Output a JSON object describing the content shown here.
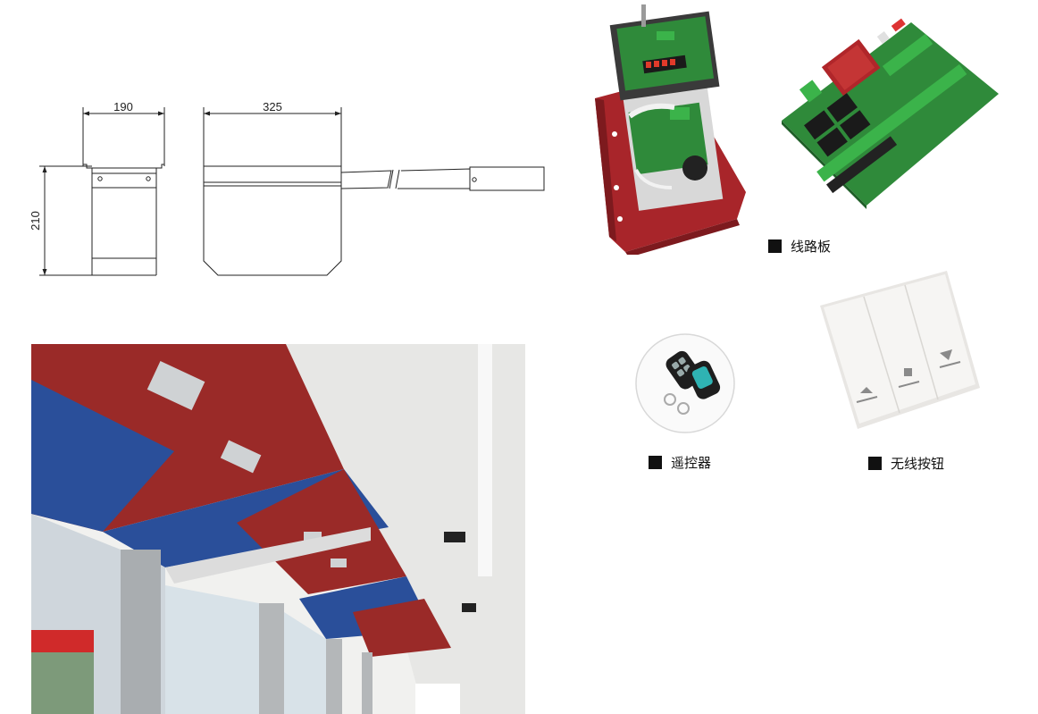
{
  "drawing": {
    "width_label": "190",
    "depth_label": "325",
    "height_label": "210"
  },
  "captions": {
    "circuit_board": "线路板",
    "remote_control": "遥控器",
    "wireless_button": "无线按钮"
  },
  "colors": {
    "panel_red": "#9a2a28",
    "panel_blue": "#2a4f9a",
    "pcb_green": "#2f8a3a",
    "motor_red": "#b0262a",
    "line": "#222222"
  },
  "icons": {
    "switch_up": "triangle-up",
    "switch_stop": "square",
    "switch_down": "triangle-down"
  }
}
